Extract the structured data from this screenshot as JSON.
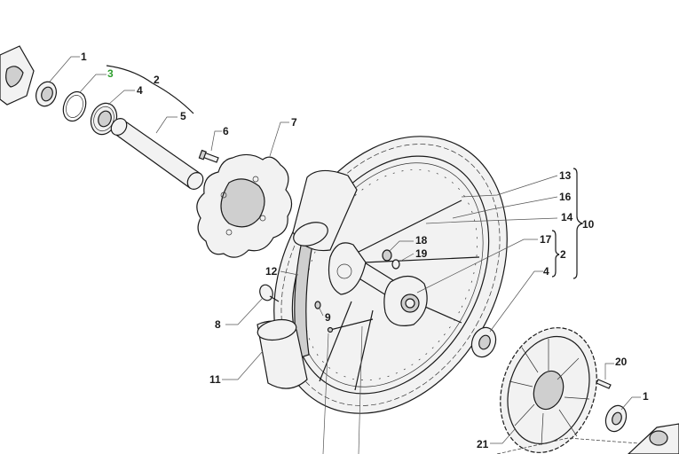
{
  "diagram": {
    "labels": {
      "l1a": "1",
      "l3": "3",
      "l2a": "2",
      "l4a": "4",
      "l5": "5",
      "l6": "6",
      "l7": "7",
      "l13": "13",
      "l16": "16",
      "l14": "14",
      "l10": "10",
      "l18": "18",
      "l17": "17",
      "l19": "19",
      "l2b": "2",
      "l4b": "4",
      "l12": "12",
      "l8": "8",
      "l9": "9",
      "l11": "11",
      "l20": "20",
      "l1b": "1",
      "l21": "21"
    },
    "highlight_label": "3",
    "colors": {
      "highlight": "#2e9e2e",
      "ink": "#1a1a1a"
    }
  }
}
